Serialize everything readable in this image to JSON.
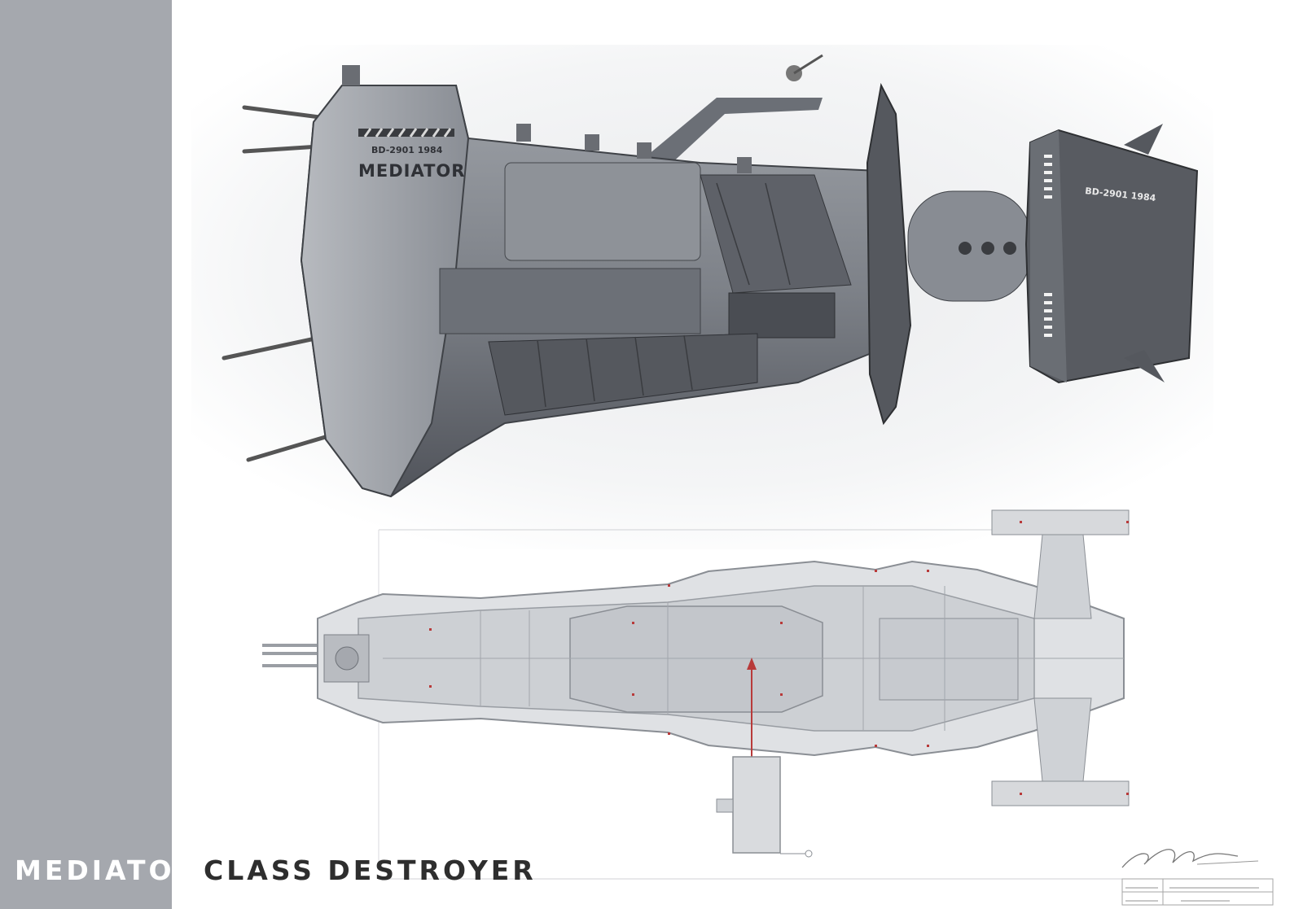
{
  "title": {
    "part1": "MEDIATOR",
    "part2": "CLASS DESTROYER"
  },
  "ship": {
    "name_marking": "MEDIATOR",
    "hull_id_bow": "BD-2901 1984",
    "hull_id_stern": "BD-2901 1984"
  },
  "colors": {
    "side_panel": "#a5a8ae",
    "accent_marker": "#b83a3a",
    "hull_dark": "#4c4f55",
    "hull_light": "#c9cbcf"
  }
}
